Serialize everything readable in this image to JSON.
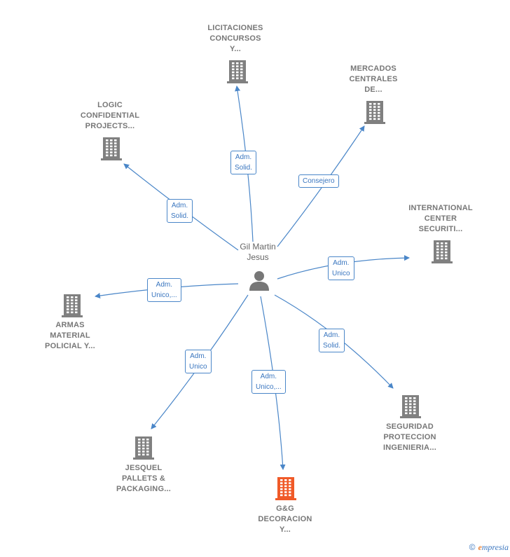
{
  "center": {
    "name": "Gil Martin\nJesus",
    "icon": "person-icon"
  },
  "colors": {
    "edge": "#4a86c8",
    "building": "#808080",
    "highlight": "#f05a28"
  },
  "nodes": [
    {
      "id": "licitaciones",
      "label": "LICITACIONES\nCONCURSOS\nY...",
      "edge_label": "Adm.\nSolid.",
      "highlight": false
    },
    {
      "id": "mercados",
      "label": "MERCADOS\nCENTRALES\nDE...",
      "edge_label": "Consejero",
      "highlight": false
    },
    {
      "id": "logic",
      "label": "LOGIC\nCONFIDENTIAL\nPROJECTS...",
      "edge_label": "Adm.\nSolid.",
      "highlight": false
    },
    {
      "id": "international",
      "label": "INTERNATIONAL\nCENTER\nSECURITI...",
      "edge_label": "Adm.\nUnico",
      "highlight": false
    },
    {
      "id": "armas",
      "label": "ARMAS\nMATERIAL\nPOLICIAL Y...",
      "edge_label": "Adm.\nUnico,...",
      "highlight": false
    },
    {
      "id": "seguridad",
      "label": "SEGURIDAD\nPROTECCION\nINGENIERIA...",
      "edge_label": "Adm.\nSolid.",
      "highlight": false
    },
    {
      "id": "jesquel",
      "label": "JESQUEL\nPALLETS &\nPACKAGING...",
      "edge_label": "Adm.\nUnico",
      "highlight": false
    },
    {
      "id": "gg",
      "label": "G&G\nDECORACION\nY...",
      "edge_label": "Adm.\nUnico,...",
      "highlight": true
    }
  ],
  "footer": {
    "copyright": "©",
    "brand_initial": "e",
    "brand_rest": "mpresia"
  }
}
